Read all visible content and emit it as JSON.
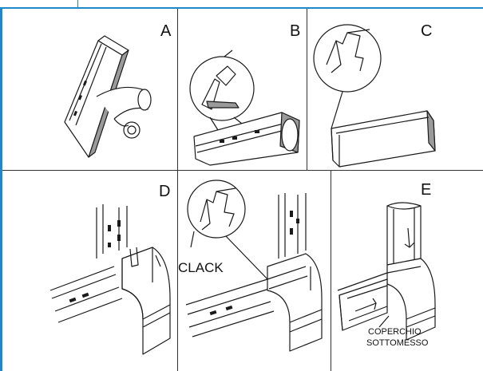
{
  "colors": {
    "accent": "#1e88c8",
    "line": "#1a1a1a",
    "fill": "#ffffff",
    "shade": "#9a9a9a"
  },
  "panels": {
    "a": {
      "label": "A"
    },
    "b": {
      "label": "B"
    },
    "c": {
      "label": "C"
    },
    "d": {
      "label": "D"
    },
    "e": {
      "label": "E"
    }
  },
  "callouts": {
    "clack": "CLACK",
    "cover_line1": "COPERCHIO",
    "cover_line2": "SOTTOMESSO"
  }
}
